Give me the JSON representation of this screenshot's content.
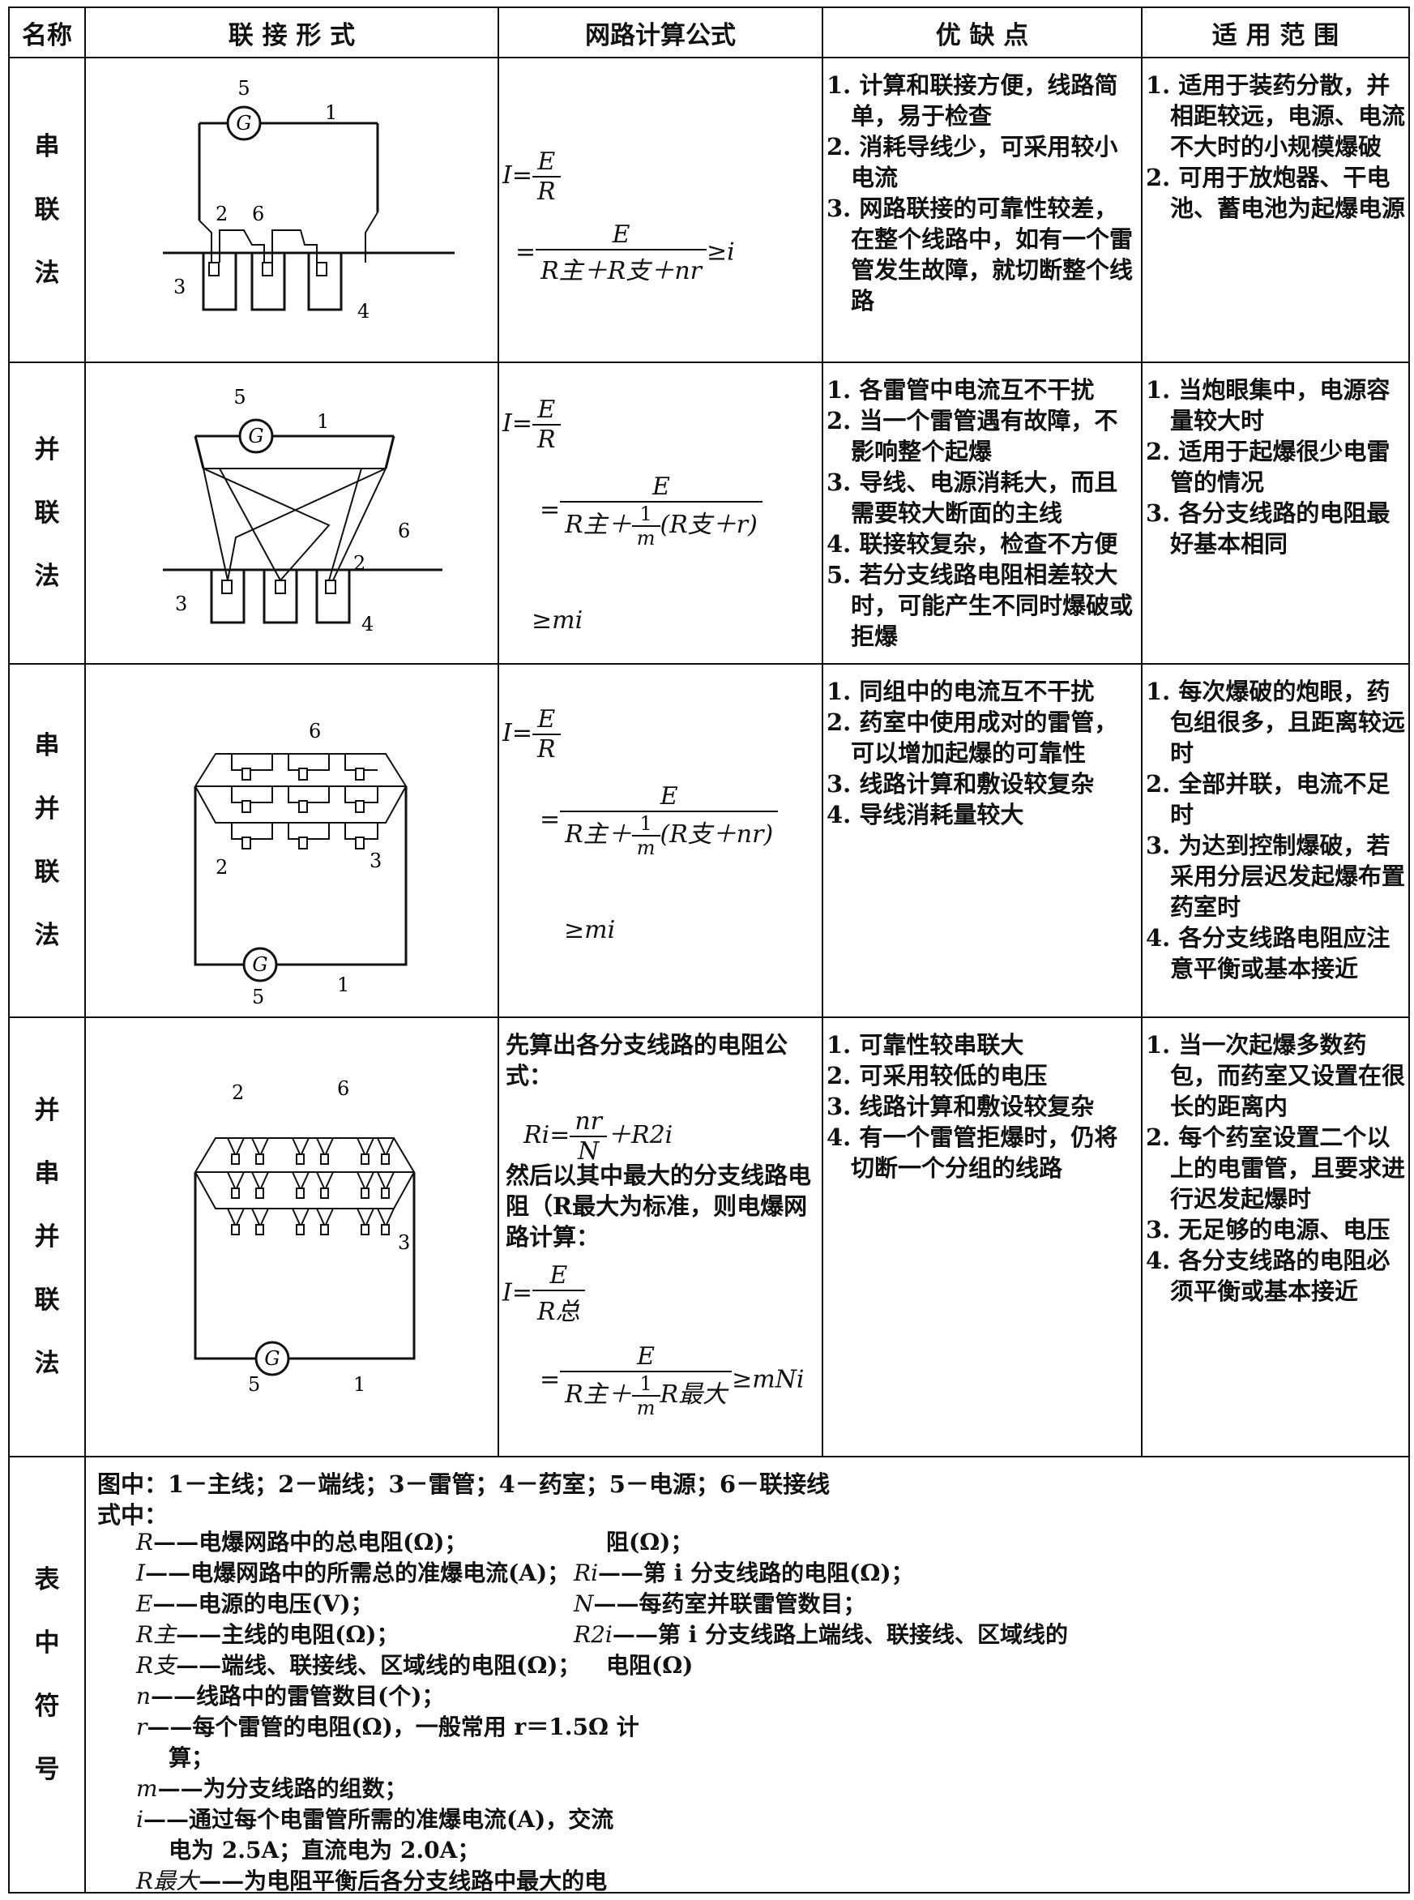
{
  "header": {
    "name": "名称",
    "form": "联 接 形 式",
    "formula": "网路计算公式",
    "pros_cons": "优 缺 点",
    "scope": "适 用 范 围"
  },
  "rows": [
    {
      "name": [
        "串",
        "联",
        "法"
      ],
      "labels": {
        "l1": "1",
        "l2": "2",
        "l3": "3",
        "l4": "4",
        "l5": "5",
        "l6": "6",
        "g": "G"
      },
      "pros": [
        "1. 计算和联接方便，线路简单，易于检查",
        "2. 消耗导线少，可采用较小电流",
        "3. 网路联接的可靠性较差，在整个线路中，如有一个雷管发生故障，就切断整个线路"
      ],
      "scope": [
        "1. 适用于装药分散，并相距较远，电源、电流不大时的小规模爆破",
        "2. 可用于放炮器、干电池、蓄电池为起爆电源"
      ]
    },
    {
      "name": [
        "并",
        "联",
        "法"
      ],
      "labels": {
        "l1": "1",
        "l2": "2",
        "l3": "3",
        "l4": "4",
        "l5": "5",
        "l6": "6",
        "g": "G"
      },
      "pros": [
        "1. 各雷管中电流互不干扰",
        "2. 当一个雷管遇有故障，不影响整个起爆",
        "3. 导线、电源消耗大，而且需要较大断面的主线",
        "4. 联接较复杂，检查不方便",
        "5. 若分支线路电阻相差较大时，可能产生不同时爆破或拒爆"
      ],
      "scope": [
        "1. 当炮眼集中，电源容量较大时",
        "2. 适用于起爆很少电雷管的情况",
        "3. 各分支线路的电阻最好基本相同"
      ]
    },
    {
      "name": [
        "串",
        "并",
        "联",
        "法"
      ],
      "labels": {
        "l1": "1",
        "l2": "2",
        "l3": "3",
        "l5": "5",
        "l6": "6",
        "g": "G"
      },
      "pros": [
        "1. 同组中的电流互不干扰",
        "2. 药室中使用成对的雷管，可以增加起爆的可靠性",
        "3. 线路计算和敷设较复杂",
        "4. 导线消耗量较大"
      ],
      "scope": [
        "1. 每次爆破的炮眼，药包组很多，且距离较远时",
        "2. 全部并联，电流不足时",
        "3. 为达到控制爆破，若采用分层迟发起爆布置药室时",
        "4. 各分支线路电阻应注意平衡或基本接近"
      ]
    },
    {
      "name": [
        "并",
        "串",
        "并",
        "联",
        "法"
      ],
      "labels": {
        "l1": "1",
        "l2": "2",
        "l3": "3",
        "l5": "5",
        "l6": "6",
        "g": "G"
      },
      "formula_text": {
        "t1": "先算出各分支线路的电阻公式：",
        "t2": "然后以其中最大的分支线路电阻（R最大为标准，则电爆网路计算："
      },
      "pros": [
        "1. 可靠性较串联大",
        "2. 可采用较低的电压",
        "3. 线路计算和敷设较复杂",
        "4. 有一个雷管拒爆时，仍将切断一个分组的线路"
      ],
      "scope": [
        "1. 当一次起爆多数药包，而药室又设置在很长的距离内",
        "2. 每个药室设置二个以上的电雷管，且要求进行迟发起爆时",
        "3. 无足够的电源、电压",
        "4. 各分支线路的电阻必须平衡或基本接近"
      ]
    }
  ],
  "formulas": {
    "I": "I",
    "eq": "=",
    "E": "E",
    "R": "R",
    "ge": "≥",
    "r1_den": "R主＋R支＋nr",
    "r1_tail": "i",
    "r2_den_a": "R主＋",
    "r2_den_b": "(R支＋r)",
    "r2_tail": "mi",
    "r3_den_b": "(R支＋nr)",
    "r3_tail": "mi",
    "one": "1",
    "m": "m",
    "r4_Ri": "Ri",
    "r4_nr": "nr",
    "r4_N": "N",
    "r4_plus": "＋R2i",
    "r4_Rz": "R总",
    "r4_den_b": "R最大",
    "r4_tail": "mNi"
  },
  "legend": {
    "name": [
      "表",
      "中",
      "符",
      "号"
    ],
    "fig": "图中：1－主线；2－端线；3－雷管；4－药室；5－电源；6－联接线",
    "eq": "式中：",
    "left": [
      {
        "k": "R",
        "v": "——电爆网路中的总电阻(Ω)；"
      },
      {
        "k": "I",
        "v": "——电爆网路中的所需总的准爆电流(A)；"
      },
      {
        "k": "E",
        "v": "——电源的电压(V)；"
      },
      {
        "k": "R主",
        "v": "——主线的电阻(Ω)；"
      },
      {
        "k": "R支",
        "v": "——端线、联接线、区域线的电阻(Ω)；"
      },
      {
        "k": "n",
        "v": "——线路中的雷管数目(个)；"
      },
      {
        "k": "r",
        "v": "——每个雷管的电阻(Ω)，一般常用 r＝1.5Ω 计"
      },
      {
        "k": "",
        "v": "算；"
      },
      {
        "k": "m",
        "v": "——为分支线路的组数；"
      },
      {
        "k": "i",
        "v": "——通过每个电雷管所需的准爆电流(A)，交流"
      },
      {
        "k": "",
        "v": "电为 2.5A；直流电为 2.0A；"
      },
      {
        "k": "R最大",
        "v": "——为电阻平衡后各分支线路中最大的电"
      }
    ],
    "right": [
      {
        "k": "",
        "v": "阻(Ω)；"
      },
      {
        "k": "Ri",
        "v": "——第 i 分支线路的电阻(Ω)；"
      },
      {
        "k": "N",
        "v": "——每药室并联雷管数目；"
      },
      {
        "k": "R2i",
        "v": "——第 i 分支线路上端线、联接线、区域线的"
      },
      {
        "k": "",
        "v": "电阻(Ω)"
      }
    ]
  }
}
